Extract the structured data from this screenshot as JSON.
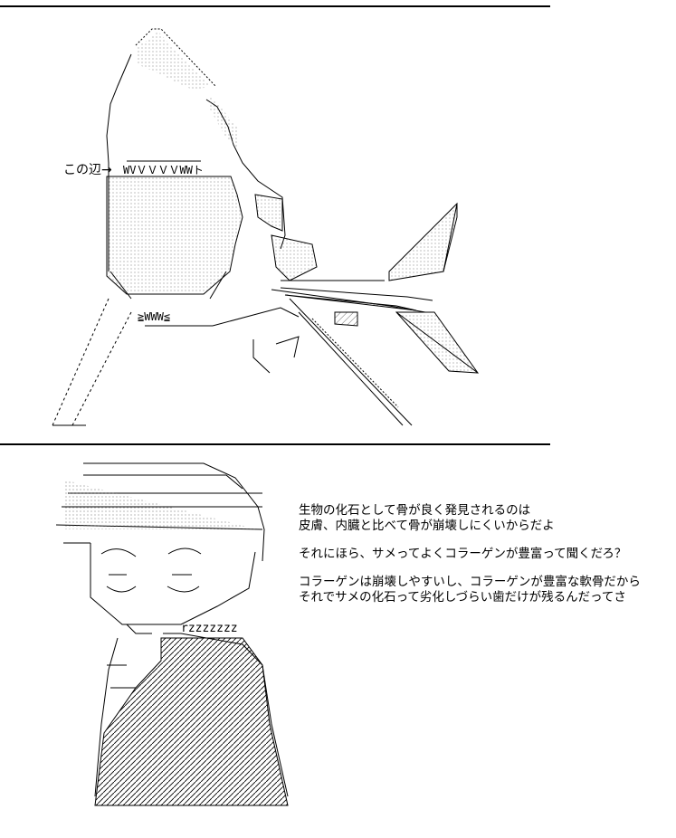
{
  "shark_panel": {
    "pointer_label": "この辺→",
    "teeth_text": "WVＶＶＶＶWWト",
    "bottom_teeth_text": "≧WWW≦"
  },
  "character_panel": {
    "snore_text": "rzzzzzzz",
    "speech": [
      "生物の化石として骨が良く発見されるのは",
      " 皮膚、内臓と比べて骨が崩壊しにくいからだよ",
      "",
      " それにほら、サメってよくコラーゲンが豊富って聞くだろ？",
      "",
      "コラーゲンは崩壊しやすいし、コラーゲンが豊富な軟骨だから",
      " それでサメの化石って劣化しづらい歯だけが残るんだってさ"
    ]
  }
}
